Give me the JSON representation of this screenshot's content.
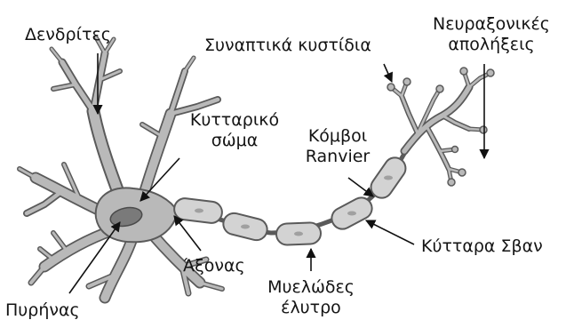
{
  "labels": {
    "dendrites": "Δενδρίτες",
    "cell_body_line1": "Κυτταρικό",
    "cell_body_line2": "σώμα",
    "nucleus": "Πυρήνας",
    "axon": "Άξονας",
    "myelin_line1": "Μυελώδες",
    "myelin_line2": "έλυτρο",
    "ranvier_line1": "Κόμβοι",
    "ranvier_line2": "Ranvier",
    "schwann": "Κύτταρα Σβαν",
    "vesicles": "Συναπτικά κυστίδια",
    "terminals_line1": "Νευραξονικές",
    "terminals_line2": "απολήξεις"
  },
  "colors": {
    "neuron_fill": "#b9b9b9",
    "neuron_outline": "#5a5a5a",
    "nucleus_fill": "#7a7a7a",
    "myelin_fill": "#d3d3d3",
    "text": "#141414",
    "pointer": "#111111"
  }
}
